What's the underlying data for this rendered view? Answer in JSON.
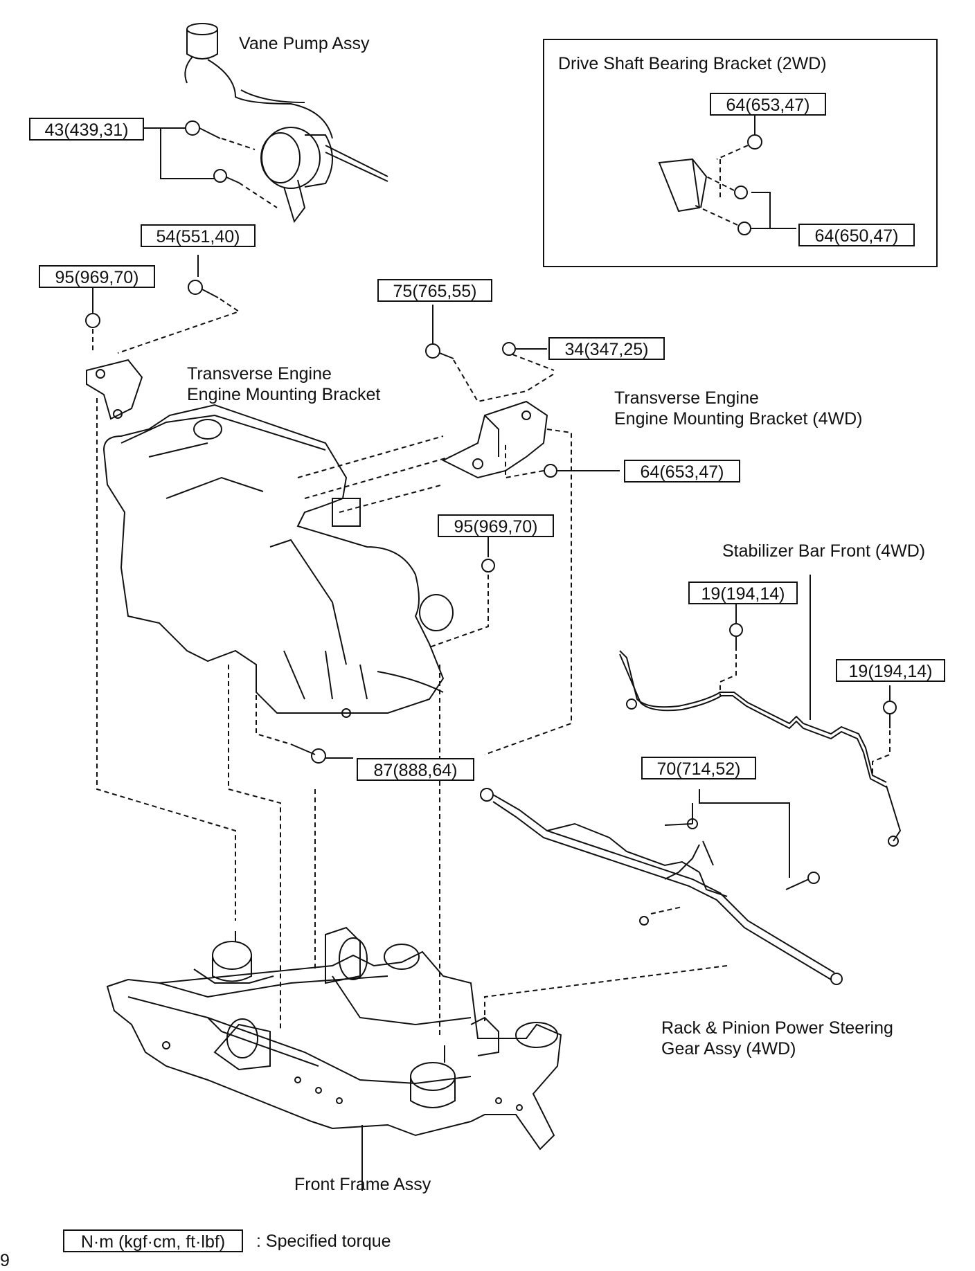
{
  "labels": {
    "vane_pump": "Vane Pump Assy",
    "drive_shaft": "Drive Shaft Bearing Bracket (2WD)",
    "transverse_bracket_line1": "Transverse Engine",
    "transverse_bracket_line2": "Engine Mounting Bracket",
    "transverse_4wd_line1": "Transverse Engine",
    "transverse_4wd_line2": "Engine Mounting Bracket (4WD)",
    "stabilizer": "Stabilizer Bar Front (4WD)",
    "rack_line1": "Rack & Pinion Power Steering",
    "rack_line2": "Gear Assy (4WD)",
    "front_frame": "Front Frame Assy",
    "page_number": "9"
  },
  "torques": {
    "t43": "43(439,31)",
    "t54": "54(551,40)",
    "t95a": "95(969,70)",
    "t75": "75(765,55)",
    "t34": "34(347,25)",
    "t64a": "64(653,47)",
    "t64b": "64(650,47)",
    "t64c": "64(653,47)",
    "t95b": "95(969,70)",
    "t19a": "19(194,14)",
    "t19b": "19(194,14)",
    "t70": "70(714,52)",
    "t87": "87(888,64)"
  },
  "legend": {
    "unit_box": "N·m (kgf·cm, ft·lbf)",
    "description": ": Specified torque"
  }
}
